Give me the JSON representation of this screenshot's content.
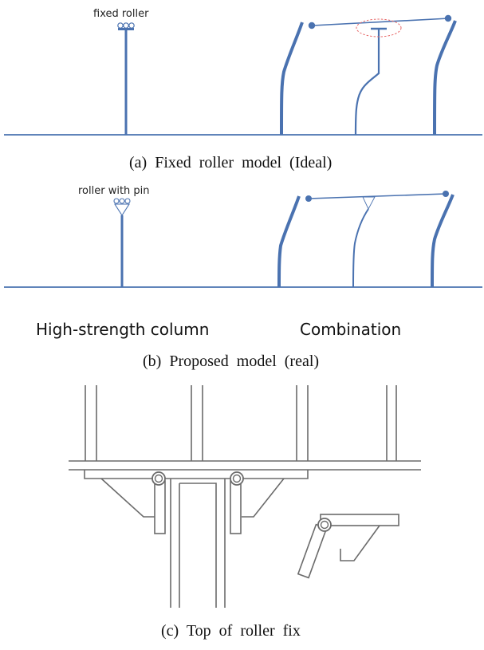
{
  "colors": {
    "structure": "#4a72b0",
    "highlight": "#e86a6a",
    "drawing": "#6b6b6b"
  },
  "panel_a": {
    "label": "fixed roller",
    "caption": "(a)  Fixed  roller  model  (Ideal)"
  },
  "panel_b": {
    "label": "roller with pin",
    "left_title": "High-strength column",
    "right_title": "Combination",
    "caption": "(b)  Proposed  model  (real)"
  },
  "panel_c": {
    "caption": "(c)  Top  of  roller  fix"
  }
}
